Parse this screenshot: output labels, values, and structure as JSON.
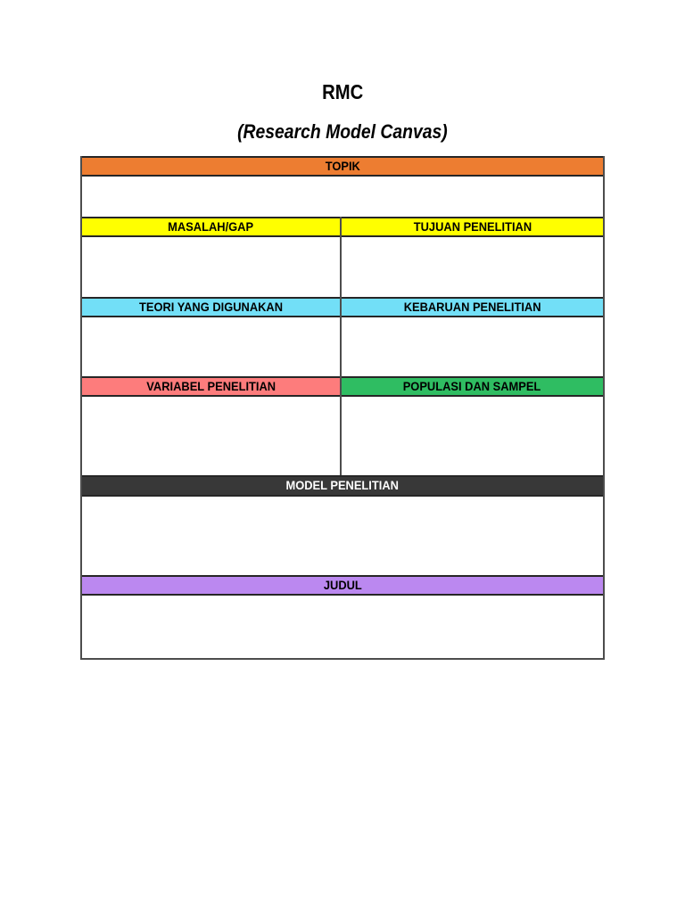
{
  "document": {
    "title": "RMC",
    "subtitle": "(Research Model Canvas)"
  },
  "canvas": {
    "table_border_color": "#4d4d4d",
    "header_border_color": "#262626",
    "rows": [
      {
        "layout": "full",
        "headers": [
          {
            "label": "TOPIK",
            "bg": "#ED7D31",
            "fg": "#000000"
          }
        ]
      },
      {
        "layout": "split",
        "headers": [
          {
            "label": "MASALAH/GAP",
            "bg": "#FFFF00",
            "fg": "#000000"
          },
          {
            "label": "TUJUAN PENELITIAN",
            "bg": "#FFFF00",
            "fg": "#000000"
          }
        ]
      },
      {
        "layout": "split",
        "headers": [
          {
            "label": "TEORI YANG DIGUNAKAN",
            "bg": "#72DFF7",
            "fg": "#000000"
          },
          {
            "label": "KEBARUAN PENELITIAN",
            "bg": "#72DFF7",
            "fg": "#000000"
          }
        ]
      },
      {
        "layout": "split",
        "headers": [
          {
            "label": "VARIABEL PENELITIAN",
            "bg": "#FD7C7C",
            "fg": "#000000"
          },
          {
            "label": "POPULASI DAN SAMPEL",
            "bg": "#2FBD62",
            "fg": "#000000"
          }
        ]
      },
      {
        "layout": "full",
        "headers": [
          {
            "label": "MODEL PENELITIAN",
            "bg": "#383838",
            "fg": "#FFFFFF"
          }
        ]
      },
      {
        "layout": "full",
        "headers": [
          {
            "label": "JUDUL",
            "bg": "#BB88F0",
            "fg": "#000000"
          }
        ]
      }
    ]
  }
}
